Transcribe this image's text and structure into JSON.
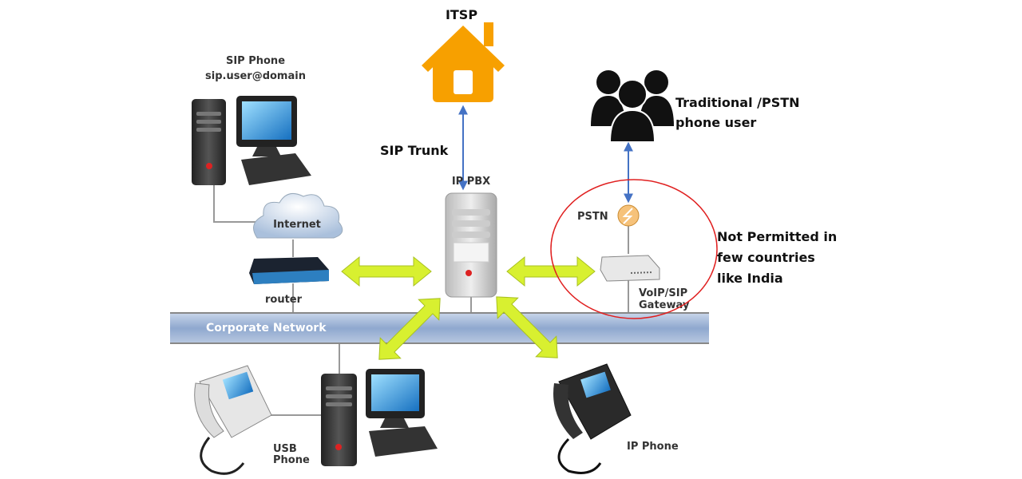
{
  "labels": {
    "itsp": "ITSP",
    "sip_trunk": "SIP Trunk",
    "ip_pbx": "IP PBX",
    "sip_phone_title": "SIP Phone",
    "sip_phone_address": "sip.user@domain",
    "internet": "Internet",
    "router": "router",
    "corporate_network": "Corporate Network",
    "pstn_user_line1": "Traditional /PSTN",
    "pstn_user_line2": "phone user",
    "pstn": "PSTN",
    "gateway_line1": "VoIP/SIP",
    "gateway_line2": "Gateway",
    "note_line1": "Not Permitted in",
    "note_line2": "few countries",
    "note_line3": "like India",
    "usb_phone_line1": "USB",
    "usb_phone_line2": "Phone",
    "ip_phone": "IP Phone"
  },
  "colors": {
    "itsp_house": "#F7A000",
    "link_arrow": "#4472C4",
    "yellow_arrow": "#D8F030",
    "restriction_circle": "#E02020",
    "network_band": "#A9BEDC"
  }
}
